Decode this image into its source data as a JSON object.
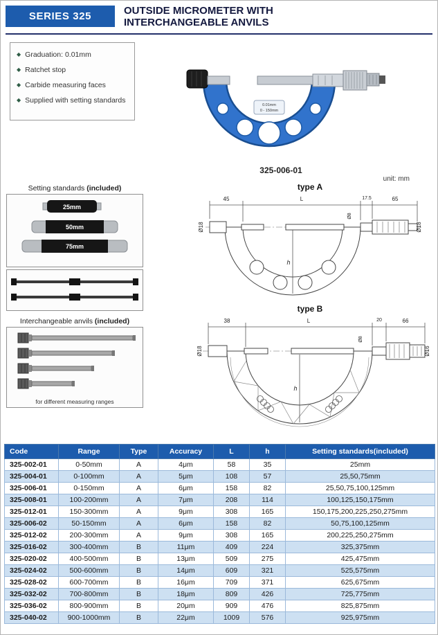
{
  "header": {
    "series": "SERIES 325",
    "title_line1": "OUTSIDE MICROMETER WITH",
    "title_line2": "INTERCHANGEABLE ANVILS"
  },
  "features": [
    "Graduation: 0.01mm",
    "Ratchet stop",
    "Carbide measuring faces",
    "Supplied with setting standards"
  ],
  "product": {
    "model": "325-006-01",
    "plate_line1": "0.01mm",
    "plate_line2": "0 - 150mm"
  },
  "page": {
    "unit_label": "unit: mm"
  },
  "labels": {
    "included": "(included)"
  },
  "standards": {
    "title": "Setting standards ",
    "items": [
      "25mm",
      "50mm",
      "75mm"
    ]
  },
  "anvils": {
    "title": "Interchangeable anvils ",
    "caption": "for different measuring ranges"
  },
  "drawings": {
    "type_a": {
      "label": "type A",
      "dim_left": "45",
      "dim_L": "L",
      "dim_mid": "17.5",
      "dim_right": "65",
      "dia_left": "Ø18",
      "dia_spindle": "Ø8",
      "dia_right": "Ø18",
      "dim_h": "h"
    },
    "type_b": {
      "label": "type B",
      "dim_left": "38",
      "dim_L": "L",
      "dim_mid": "20",
      "dim_right": "66",
      "dia_left": "Ø18",
      "dia_spindle": "Ø8",
      "dia_right": "Ø16",
      "dim_h": "h"
    }
  },
  "table": {
    "headers": [
      "Code",
      "Range",
      "Type",
      "Accuracy",
      "L",
      "h",
      "Setting standards(included)"
    ],
    "rows": [
      [
        "325-002-01",
        "0-50mm",
        "A",
        "4μm",
        "58",
        "35",
        "25mm"
      ],
      [
        "325-004-01",
        "0-100mm",
        "A",
        "5μm",
        "108",
        "57",
        "25,50,75mm"
      ],
      [
        "325-006-01",
        "0-150mm",
        "A",
        "6μm",
        "158",
        "82",
        "25,50,75,100,125mm"
      ],
      [
        "325-008-01",
        "100-200mm",
        "A",
        "7μm",
        "208",
        "114",
        "100,125,150,175mm"
      ],
      [
        "325-012-01",
        "150-300mm",
        "A",
        "9μm",
        "308",
        "165",
        "150,175,200,225,250,275mm"
      ],
      [
        "325-006-02",
        "50-150mm",
        "A",
        "6μm",
        "158",
        "82",
        "50,75,100,125mm"
      ],
      [
        "325-012-02",
        "200-300mm",
        "A",
        "9μm",
        "308",
        "165",
        "200,225,250,275mm"
      ],
      [
        "325-016-02",
        "300-400mm",
        "B",
        "11μm",
        "409",
        "224",
        "325,375mm"
      ],
      [
        "325-020-02",
        "400-500mm",
        "B",
        "13μm",
        "509",
        "275",
        "425,475mm"
      ],
      [
        "325-024-02",
        "500-600mm",
        "B",
        "14μm",
        "609",
        "321",
        "525,575mm"
      ],
      [
        "325-028-02",
        "600-700mm",
        "B",
        "16μm",
        "709",
        "371",
        "625,675mm"
      ],
      [
        "325-032-02",
        "700-800mm",
        "B",
        "18μm",
        "809",
        "426",
        "725,775mm"
      ],
      [
        "325-036-02",
        "800-900mm",
        "B",
        "20μm",
        "909",
        "476",
        "825,875mm"
      ],
      [
        "325-040-02",
        "900-1000mm",
        "B",
        "22μm",
        "1009",
        "576",
        "925,975mm"
      ]
    ]
  }
}
